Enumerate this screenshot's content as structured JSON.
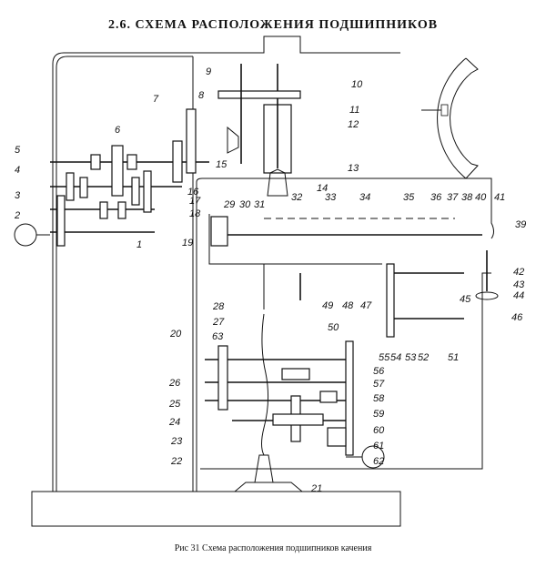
{
  "title": "2.6. СХЕМА РАСПОЛОЖЕНИЯ ПОДШИПНИКОВ",
  "caption": "Рис 31 Схема расположения подшипников качения",
  "labels": [
    "1",
    "2",
    "3",
    "4",
    "5",
    "6",
    "7",
    "8",
    "9",
    "10",
    "11",
    "12",
    "13",
    "14",
    "15",
    "16",
    "17",
    "18",
    "19",
    "20",
    "21",
    "22",
    "23",
    "24",
    "25",
    "26",
    "27",
    "28",
    "29",
    "30",
    "31",
    "32",
    "33",
    "34",
    "35",
    "36",
    "37",
    "38",
    "39",
    "40",
    "41",
    "42",
    "43",
    "44",
    "45",
    "46",
    "47",
    "48",
    "49",
    "50",
    "51",
    "52",
    "53",
    "54",
    "55",
    "56",
    "57",
    "58",
    "59",
    "60",
    "61",
    "62",
    "63"
  ]
}
